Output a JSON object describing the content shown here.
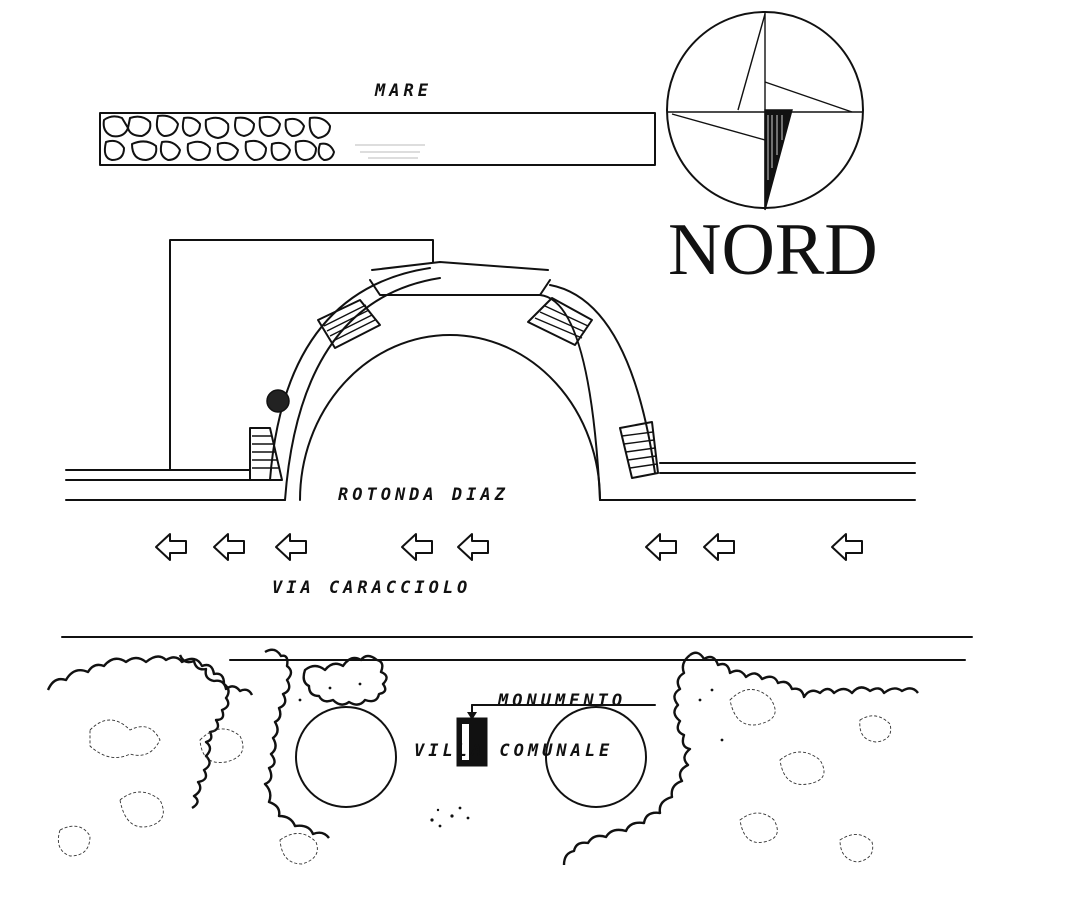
{
  "labels": {
    "mare": "MARE",
    "nord": "NORD",
    "rotonda": "ROTONDA DIAZ",
    "via": "VIA CARACCIOLO",
    "monumento": "MONUMENTO",
    "villa": "VILLA COMUNALE"
  },
  "colors": {
    "ink": "#111111",
    "paper": "#ffffff"
  },
  "icons": {
    "traffic_arrow": "left-arrow-outline",
    "compass": "compass-rose",
    "monument": "monument-marker",
    "tree": "tree-circle"
  }
}
